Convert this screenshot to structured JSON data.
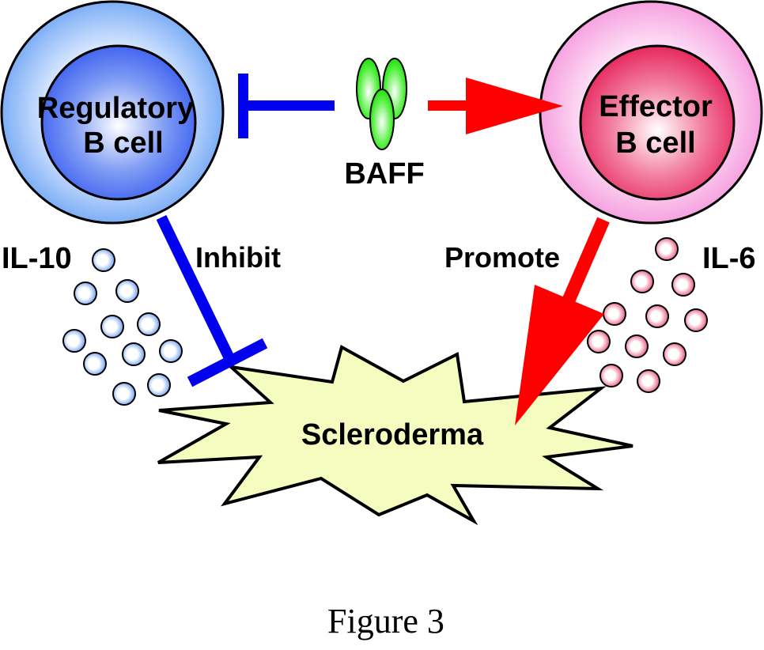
{
  "diagram": {
    "regulatory_cell": {
      "line1": "Regulatory",
      "line2": "B cell"
    },
    "effector_cell": {
      "line1": "Effector",
      "line2": "B cell"
    },
    "baff": {
      "label": "BAFF"
    },
    "il10": {
      "label": "IL-10"
    },
    "il6": {
      "label": "IL-6"
    },
    "inhibit": {
      "label": "Inhibit"
    },
    "promote": {
      "label": "Promote"
    },
    "disease": {
      "label": "Scleroderma"
    },
    "relations": [
      {
        "from": "BAFF",
        "to": "Regulatory B cell",
        "type": "inhibit"
      },
      {
        "from": "BAFF",
        "to": "Effector B cell",
        "type": "promote"
      },
      {
        "from": "Regulatory B cell",
        "to": "Scleroderma",
        "type": "inhibit"
      },
      {
        "from": "Effector B cell",
        "to": "Scleroderma",
        "type": "promote"
      }
    ],
    "colors": {
      "regulatory": "#3a6af0",
      "effector": "#e8326a",
      "inhibit_line": "#0000ee",
      "promote_arrow": "#ff0000",
      "baff": "#22ee22",
      "scleroderma_fill": "#f4fcc0"
    }
  },
  "caption": "Figure 3"
}
